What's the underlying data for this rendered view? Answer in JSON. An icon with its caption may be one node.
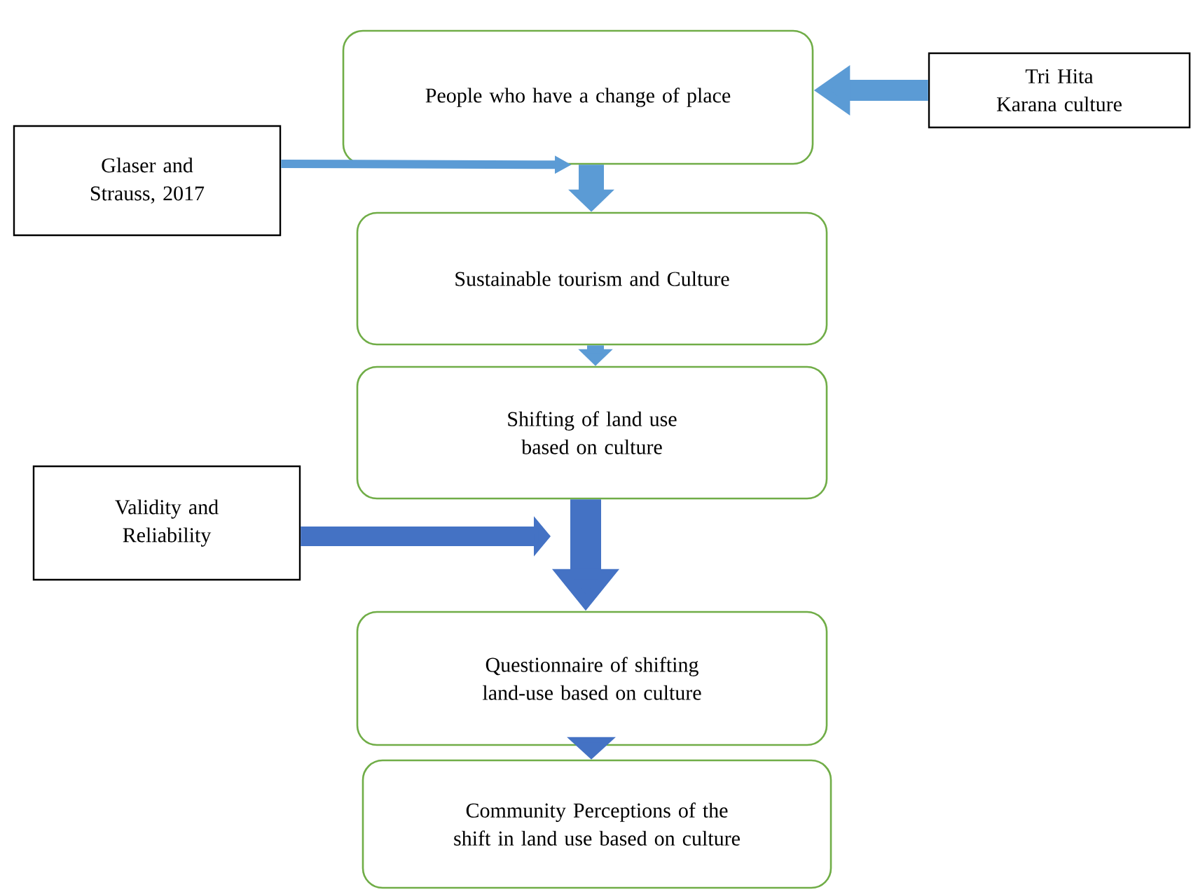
{
  "diagram": {
    "nodes": [
      {
        "text": [
          "People who have a change of place"
        ]
      },
      {
        "text": [
          "Tri Hita Karana culture"
        ]
      },
      {
        "text": [
          "Glaser and Strauss, 2017"
        ]
      },
      {
        "text": [
          "Sustainable tourism and Culture"
        ]
      },
      {
        "text": [
          "Shifting of land use based on culture"
        ]
      },
      {
        "text": [
          "Validity and Reliability"
        ]
      },
      {
        "text": [
          "Questionnaire of shifting land-use based on culture"
        ]
      },
      {
        "text": [
          "Community Perceptions of the shift in land use based on culture"
        ]
      }
    ],
    "edges": [
      {
        "from": 1,
        "to": 0,
        "arrow": "to"
      },
      {
        "from": 2,
        "to": 0,
        "arrow": "to"
      },
      {
        "from": 0,
        "to": 3,
        "arrow": "to"
      },
      {
        "from": 3,
        "to": 4,
        "arrow": "to"
      },
      {
        "from": 5,
        "to": null,
        "arrow": "to",
        "color": "#4472c4"
      },
      {
        "from": 4,
        "to": 6,
        "arrow": "to",
        "color": "#4472c4"
      },
      {
        "from": 6,
        "to": 7,
        "arrow": "to",
        "color": "#4472c4"
      }
    ]
  }
}
